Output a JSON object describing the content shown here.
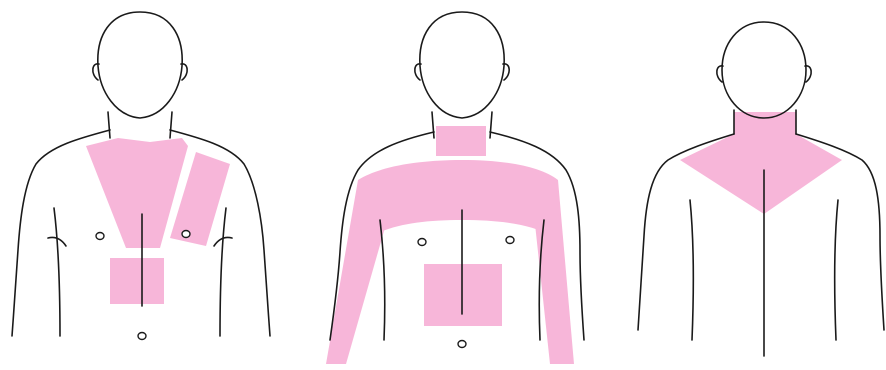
{
  "colors": {
    "region_fill": "#f7b6d9",
    "outline": "#1a1a1a",
    "background": "#ffffff"
  },
  "figures": [
    {
      "id": "front-chest-left-arm",
      "view": "front",
      "shaded_regions": [
        "upper-chest-triangle",
        "left-shoulder-strip",
        "upper-abdomen-patch"
      ]
    },
    {
      "id": "front-neck-shoulders-arms",
      "view": "front",
      "shaded_regions": [
        "neck-band",
        "shoulder-chest-yoke",
        "right-arm-strip",
        "left-arm-strip",
        "abdomen-patch"
      ]
    },
    {
      "id": "back-neck-shoulders",
      "view": "back",
      "shaded_regions": [
        "upper-back-triangle"
      ]
    }
  ]
}
